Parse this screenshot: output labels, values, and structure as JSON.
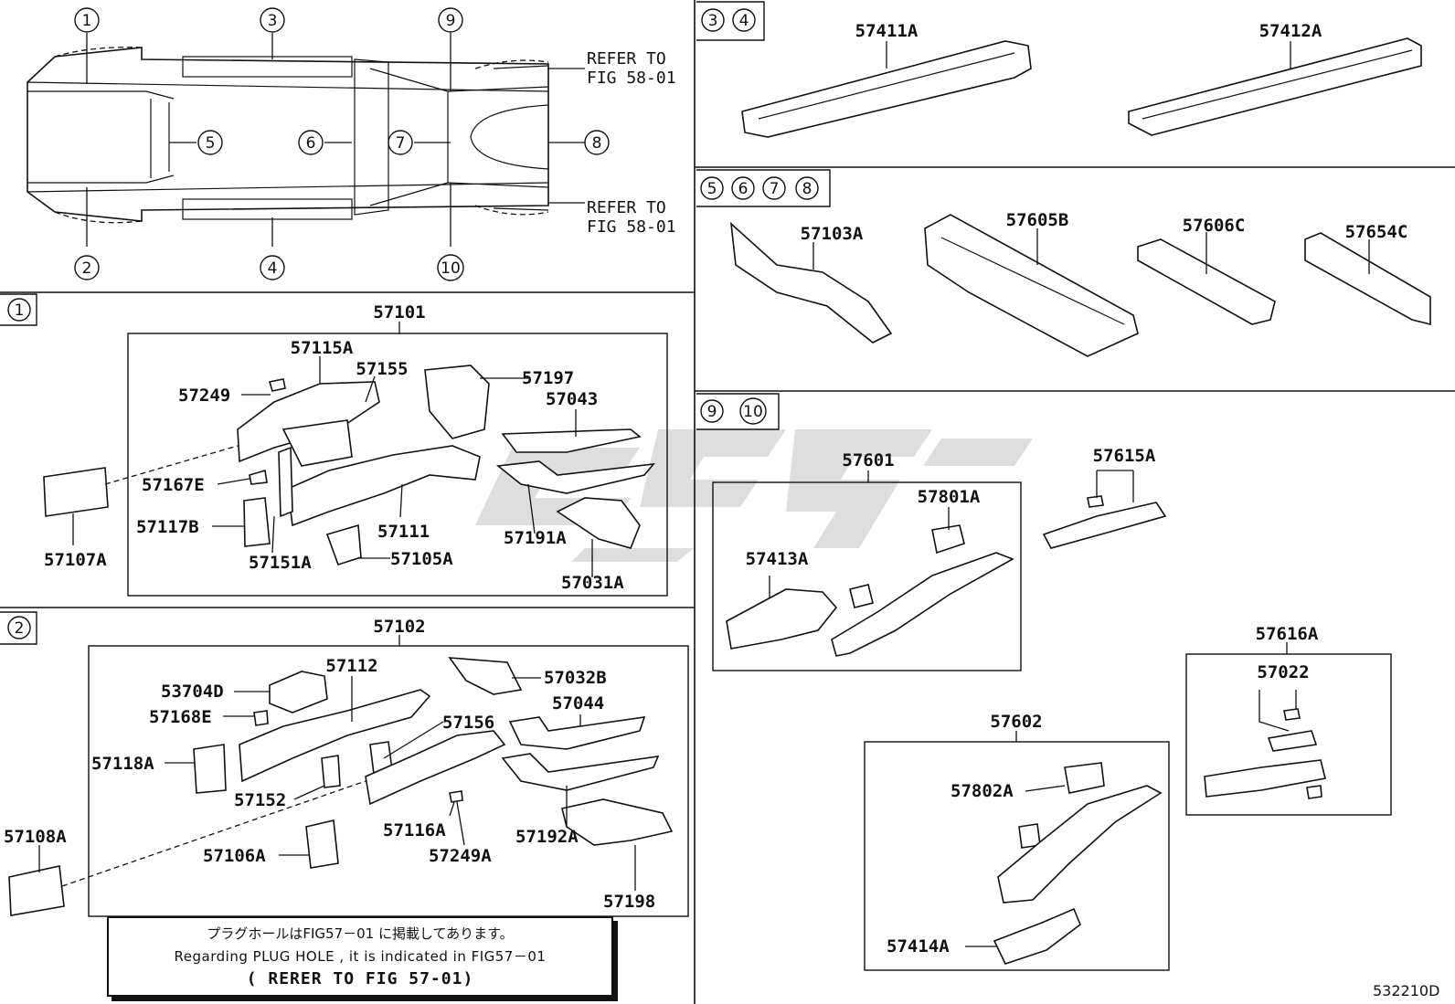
{
  "overview": {
    "callouts": [
      "1",
      "2",
      "3",
      "4",
      "5",
      "6",
      "7",
      "8",
      "9",
      "10"
    ],
    "refer_upper": [
      "REFER TO",
      "FIG 58-01"
    ],
    "refer_lower": [
      "REFER TO",
      "FIG 58-01"
    ]
  },
  "sections": {
    "s1": {
      "tag": "1",
      "group_label": "57101",
      "parts": [
        "57115A",
        "57155",
        "57197",
        "57043",
        "57249",
        "57167E",
        "57117B",
        "57111",
        "57151A",
        "57105A",
        "57191A",
        "57031A",
        "57107A"
      ]
    },
    "s2": {
      "tag": "2",
      "group_label": "57102",
      "parts": [
        "57112",
        "53704D",
        "57168E",
        "57118A",
        "57152",
        "57156",
        "57032B",
        "57044",
        "57116A",
        "57249A",
        "57192A",
        "57106A",
        "57198",
        "57108A"
      ]
    },
    "s34": {
      "tags": [
        "3",
        "4"
      ],
      "parts": [
        "57411A",
        "57412A"
      ]
    },
    "s5678": {
      "tags": [
        "5",
        "6",
        "7",
        "8"
      ],
      "parts": [
        "57103A",
        "57605B",
        "57606C",
        "57654C"
      ]
    },
    "s910": {
      "tags": [
        "9",
        "10"
      ],
      "group_601": "57601",
      "parts_601": [
        "57801A",
        "57413A"
      ],
      "part_615": "57615A",
      "group_616": "57616A",
      "part_616_inner": "57022",
      "group_602": "57602",
      "parts_602": [
        "57802A",
        "57414A"
      ]
    }
  },
  "note": {
    "jp": "プラグホールはFIG57－01 に掲載してあります。",
    "en": "Regarding  PLUG HOLE , it is indicated in FIG57－01",
    "ref": "( RERER TO FIG 57-01)"
  },
  "doc_id": "532210D",
  "colors": {
    "line": "#111111",
    "background": "#ffffff",
    "watermark": "#d9d9d9"
  }
}
